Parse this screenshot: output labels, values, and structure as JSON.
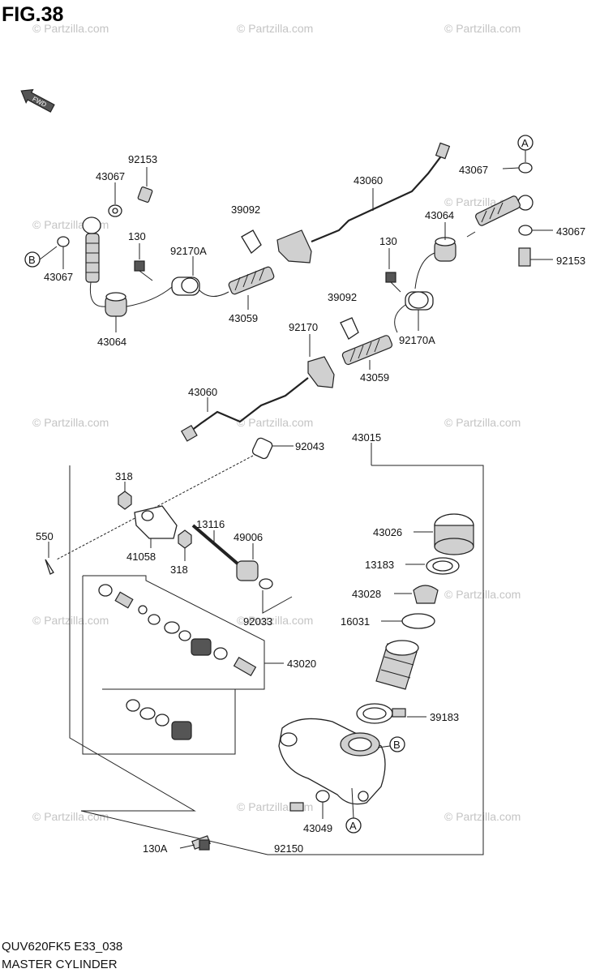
{
  "header": {
    "figure": "FIG.38"
  },
  "watermark": "© Partzilla.com",
  "footer": {
    "code": "QUV620FK5 E33_038",
    "name": "MASTER CYLINDER"
  },
  "direction_marker": {
    "text": "FWD",
    "icon": "front-arrow-icon"
  },
  "callouts": {
    "c92153a": "92153",
    "c43067a": "43067",
    "c43067b": "43067",
    "c43064a": "43064",
    "c130a": "130",
    "c92170Aa": "92170A",
    "c39092a": "39092",
    "c43059a": "43059",
    "c43060a": "43060",
    "c43067c": "43067",
    "c43067d": "43067",
    "c92153b": "92153",
    "c43064b": "43064",
    "c130b": "130",
    "c39092b": "39092",
    "c92170": "92170",
    "c92170Ab": "92170A",
    "c43059b": "43059",
    "c43060b": "43060",
    "c92043": "92043",
    "c43015": "43015",
    "c318a": "318",
    "c550": "550",
    "c41058": "41058",
    "c318b": "318",
    "c13116": "13116",
    "c49006": "49006",
    "c92033": "92033",
    "c43026": "43026",
    "c13183": "13183",
    "c43028": "43028",
    "c16031": "16031",
    "c43020": "43020",
    "c39183": "39183",
    "c43049": "43049",
    "c130A": "130A",
    "c92150": "92150"
  },
  "ref_markers": {
    "a_top": "A",
    "a_bottom": "A",
    "b_left": "B",
    "b_right": "B"
  }
}
